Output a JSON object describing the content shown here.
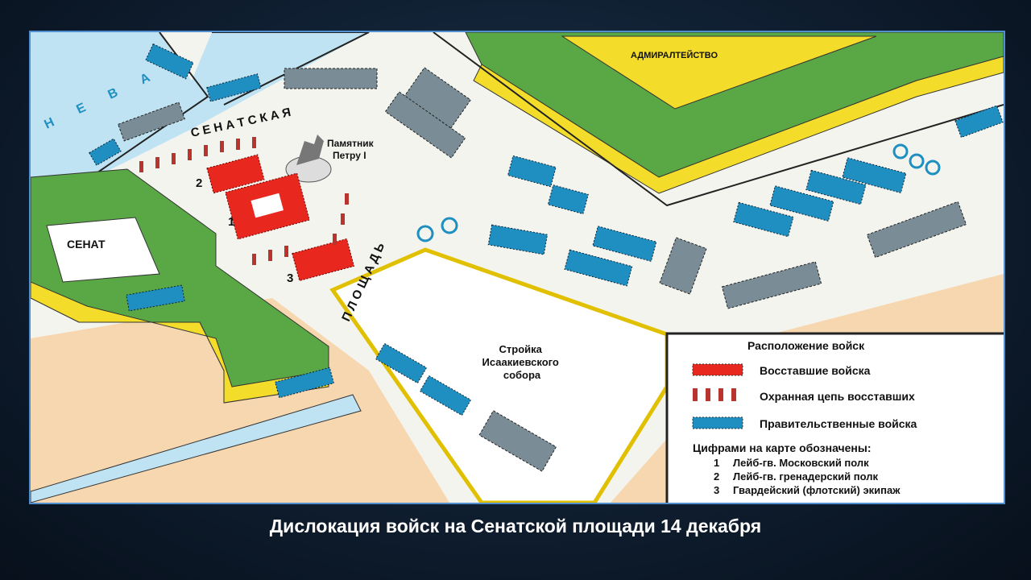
{
  "map": {
    "labels": {
      "river": "Н Е В А",
      "square_top": "С Е Н А Т С К А Я",
      "square_bottom": "П Л О Щ А Д Ь",
      "monument_line1": "Памятник",
      "monument_line2": "Петру I",
      "senate": "СЕНАТ",
      "admiralty": "АДМИРАЛТЕЙСТВО",
      "cathedral_line1": "Стройка",
      "cathedral_line2": "Исаакиевского",
      "cathedral_line3": "собора",
      "num1": "1",
      "num2": "2",
      "num3": "3"
    },
    "colors": {
      "rebel": "#e8281e",
      "government": "#1e8fc0",
      "water": "#bfe3f2",
      "building_roof": "#5aa845",
      "building_wall": "#f4dc2a",
      "ground": "#f7d7b0"
    }
  },
  "legend": {
    "title": "Расположение войск",
    "items": [
      {
        "label": "Восставшие войска",
        "color": "#e8281e"
      },
      {
        "label": "Охранная цепь восставших",
        "color": "#b8342e"
      },
      {
        "label": "Правительственные войска",
        "color": "#1e8fc0"
      }
    ],
    "numbers_title": "Цифрами на карте обозначены:",
    "numbers": [
      {
        "n": "1",
        "label": "Лейб-гв. Московский полк"
      },
      {
        "n": "2",
        "label": "Лейб-гв. гренадерский полк"
      },
      {
        "n": "3",
        "label": "Гвардейский (флотский) экипаж"
      }
    ]
  },
  "caption": "Дислокация войск на Сенатской площади 14  декабря"
}
